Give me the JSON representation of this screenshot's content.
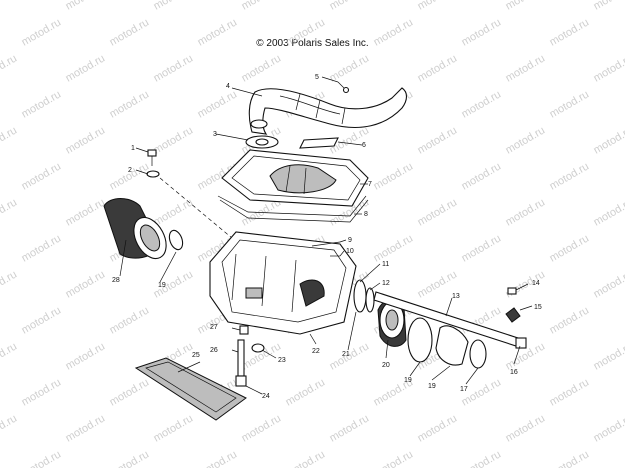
{
  "copyright": "© 2003 Polaris Sales Inc.",
  "watermark": "motod.ru",
  "callouts": [
    "1",
    "2",
    "3",
    "4",
    "5",
    "6",
    "7",
    "8",
    "9",
    "10",
    "11",
    "12",
    "13",
    "14",
    "15",
    "16",
    "17",
    "19",
    "19",
    "19",
    "20",
    "21",
    "22",
    "23",
    "24",
    "25",
    "26",
    "27",
    "28"
  ]
}
